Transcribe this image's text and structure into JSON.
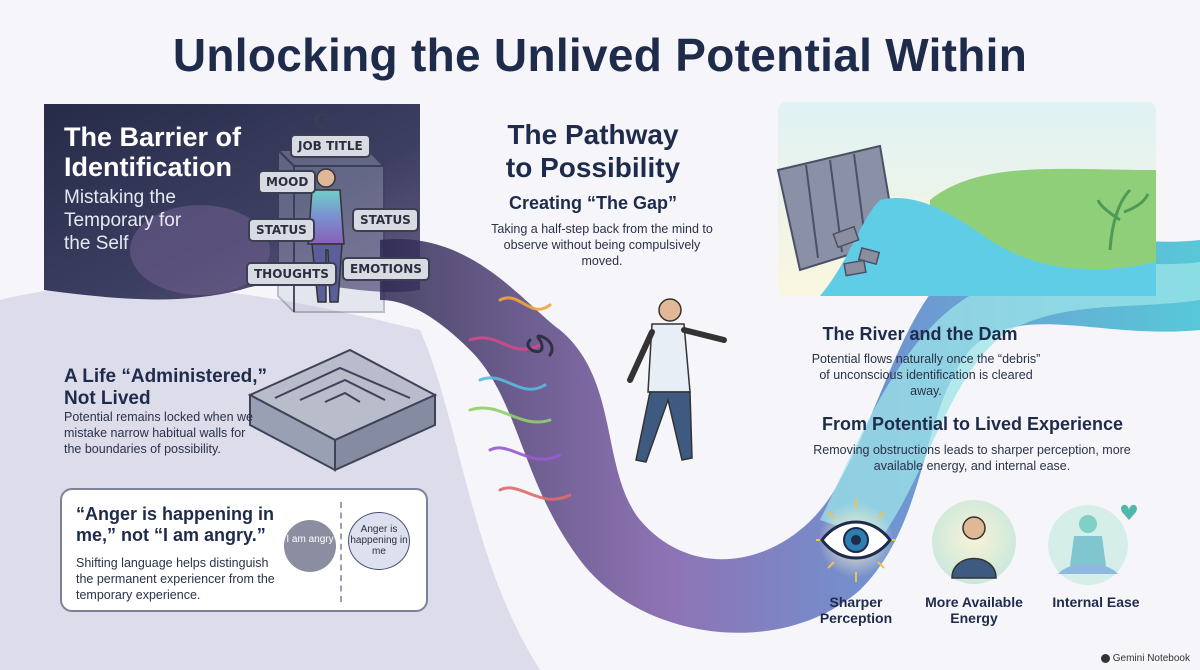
{
  "title": "Unlocking the Unlived Potential Within",
  "barrier": {
    "title": "The Barrier of Identification",
    "subtitle": "Mistaking the Temporary for the Self",
    "tags": {
      "job_title": "JOB TITLE",
      "mood": "MOOD",
      "status_left": "STATUS",
      "status_right": "STATUS",
      "thoughts": "THOUGHTS",
      "emotions": "EMOTIONS"
    }
  },
  "pathway": {
    "title_line1": "The Pathway",
    "title_line2": "to Possibility",
    "gap_title": "Creating “The Gap”",
    "gap_desc": "Taking a half-step back from the mind to observe without being compulsively moved."
  },
  "administered": {
    "title": "A Life “Administered,” Not Lived",
    "desc": "Potential remains locked when we mistake narrow habitual walls for the boundaries of possibility."
  },
  "anger": {
    "quote": "“Anger is happening in me,” not “I am angry.”",
    "desc": "Shifting language helps distinguish the permanent experiencer from the temporary experience.",
    "wrong_bubble": "I am angry",
    "right_bubble": "Anger is happening in me"
  },
  "river": {
    "title": "The River and the Dam",
    "desc": "Potential flows naturally once the “debris” of unconscious identification is cleared away."
  },
  "lived": {
    "title": "From Potential to Lived Experience",
    "desc": "Removing obstructions leads to sharper perception, more available energy, and internal ease."
  },
  "benefits": [
    {
      "label": "Sharper Perception",
      "icon": "eye-icon"
    },
    {
      "label": "More Available Energy",
      "icon": "person-icon"
    },
    {
      "label": "Internal Ease",
      "icon": "meditation-icon"
    }
  ],
  "footer": "Gemini Notebook",
  "colors": {
    "navy": "#1e2b4a",
    "panel_dark": "#2c3150",
    "river_teal": "#38b8d0",
    "lavender": "#dcdcea"
  }
}
